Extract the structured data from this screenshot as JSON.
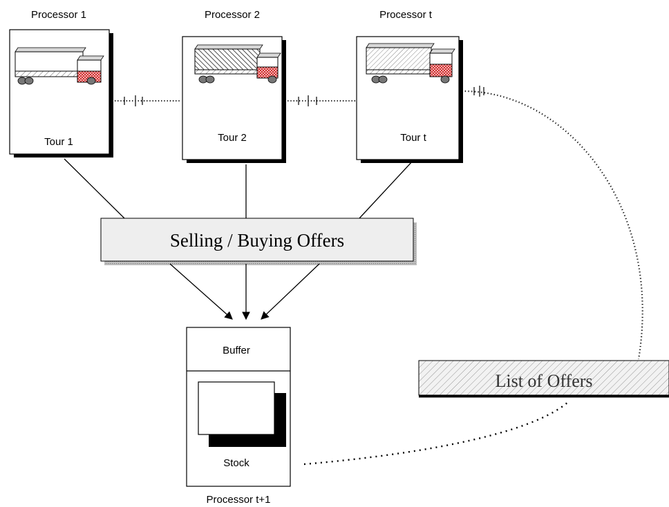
{
  "processors": [
    {
      "title": "Processor 1",
      "tour": "Tour 1"
    },
    {
      "title": "Processor 2",
      "tour": "Tour 2"
    },
    {
      "title": "Processor t",
      "tour": "Tour t"
    }
  ],
  "offers_box": {
    "label": "Selling / Buying Offers"
  },
  "receiver": {
    "buffer_label": "Buffer",
    "stock_label": "Stock",
    "title": "Processor t+1"
  },
  "list_box": {
    "label": "List of Offers"
  },
  "colors": {
    "stroke": "#000000",
    "offers_fill": "#eeeeee",
    "truck_cab": "#ffffff",
    "cargo_pattern": "#e06060"
  },
  "icons": [
    "truck-icon",
    "document-stack-icon"
  ]
}
